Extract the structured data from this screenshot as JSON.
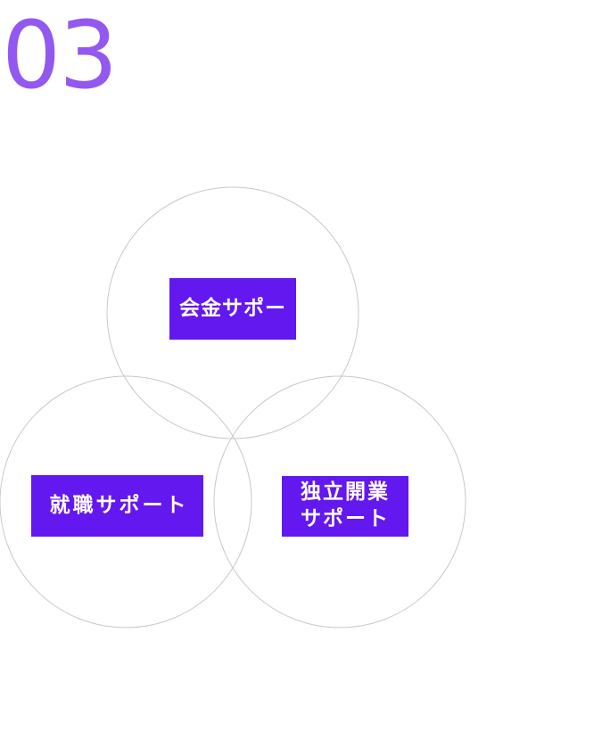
{
  "step": {
    "number": "03",
    "color": "#9358f0"
  },
  "venn": {
    "circle_stroke_color": "#c8c8c8",
    "label_fill_color": "#6318f0",
    "label_text_color": "#ffffff",
    "top_label": "会金サポー",
    "left_label": "就職サポート",
    "right_label": "独立開業\nサポート"
  }
}
